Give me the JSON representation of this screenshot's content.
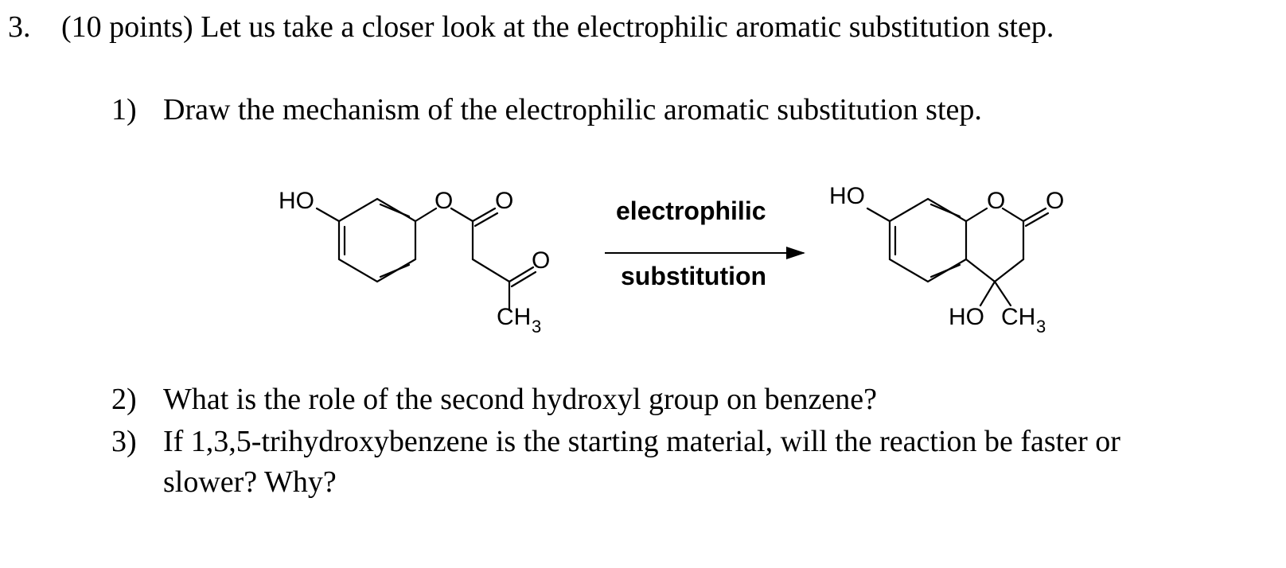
{
  "question": {
    "number": "3.",
    "text": "(10 points) Let us take a closer look at the electrophilic aromatic substitution step."
  },
  "parts": [
    {
      "number": "1)",
      "lines": [
        "Draw the mechanism of the electrophilic aromatic substitution step."
      ]
    },
    {
      "number": "2)",
      "lines": [
        "What is the role of the second hydroxyl group on benzene?"
      ]
    },
    {
      "number": "3)",
      "lines": [
        "If 1,3,5-trihydroxybenzene is the starting material, will the reaction be faster or",
        "slower? Why?"
      ]
    }
  ],
  "scheme": {
    "reactant": {
      "label_ho": "HO",
      "label_o_ether": "O",
      "label_o_ester": "O",
      "label_o_ketone": "O",
      "label_ch3": "CH",
      "label_ch3_sub": "3"
    },
    "arrow": {
      "top_label": "electrophilic",
      "bottom_label": "substitution"
    },
    "product": {
      "label_ho": "HO",
      "label_o_ring": "O",
      "label_o_carbonyl": "O",
      "label_ho2": "HO",
      "label_ch3": "CH",
      "label_ch3_sub": "3"
    }
  }
}
